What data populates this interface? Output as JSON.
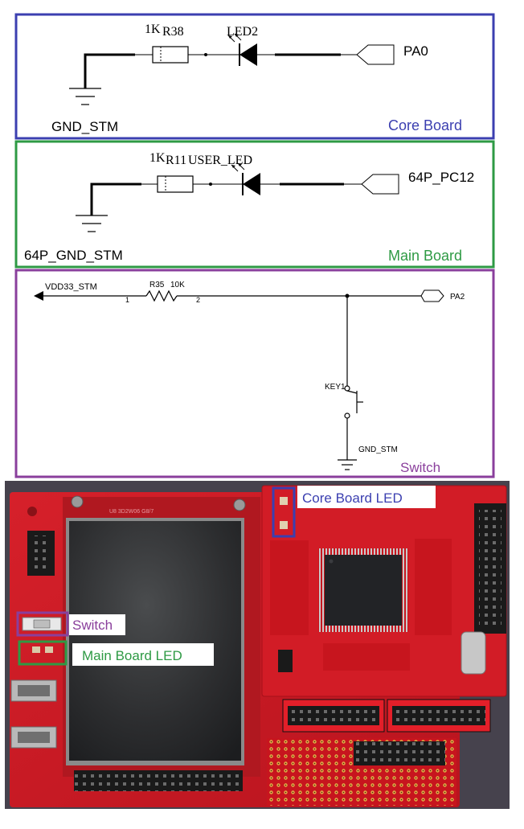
{
  "panels": {
    "core_board": {
      "frame_color": "#3b3fb0",
      "resistor_value": "1K",
      "resistor_ref": "R38",
      "led_ref": "LED2",
      "port_label": "PA0",
      "ground_label": "GND_STM",
      "caption": "Core Board"
    },
    "main_board": {
      "frame_color": "#2e9a44",
      "resistor_value": "1K",
      "resistor_ref": "R11",
      "led_ref": "USER_LED",
      "port_label": "64P_PC12",
      "ground_label": "64P_GND_STM",
      "caption": "Main Board"
    },
    "switch": {
      "frame_color": "#8a3f9c",
      "supply_label": "VDD33_STM",
      "pin1": "1",
      "pin2": "2",
      "resistor_ref": "R35",
      "resistor_value": "10K",
      "port_label": "PA2",
      "key_ref": "KEY1",
      "ground_label": "GND_STM",
      "caption": "Switch"
    }
  },
  "photo": {
    "callout_core_led": "Core Board LED",
    "callout_switch": "Switch",
    "callout_main_led": "Main Board LED",
    "pcb_text": "U8 3D2W06 G8/7"
  }
}
